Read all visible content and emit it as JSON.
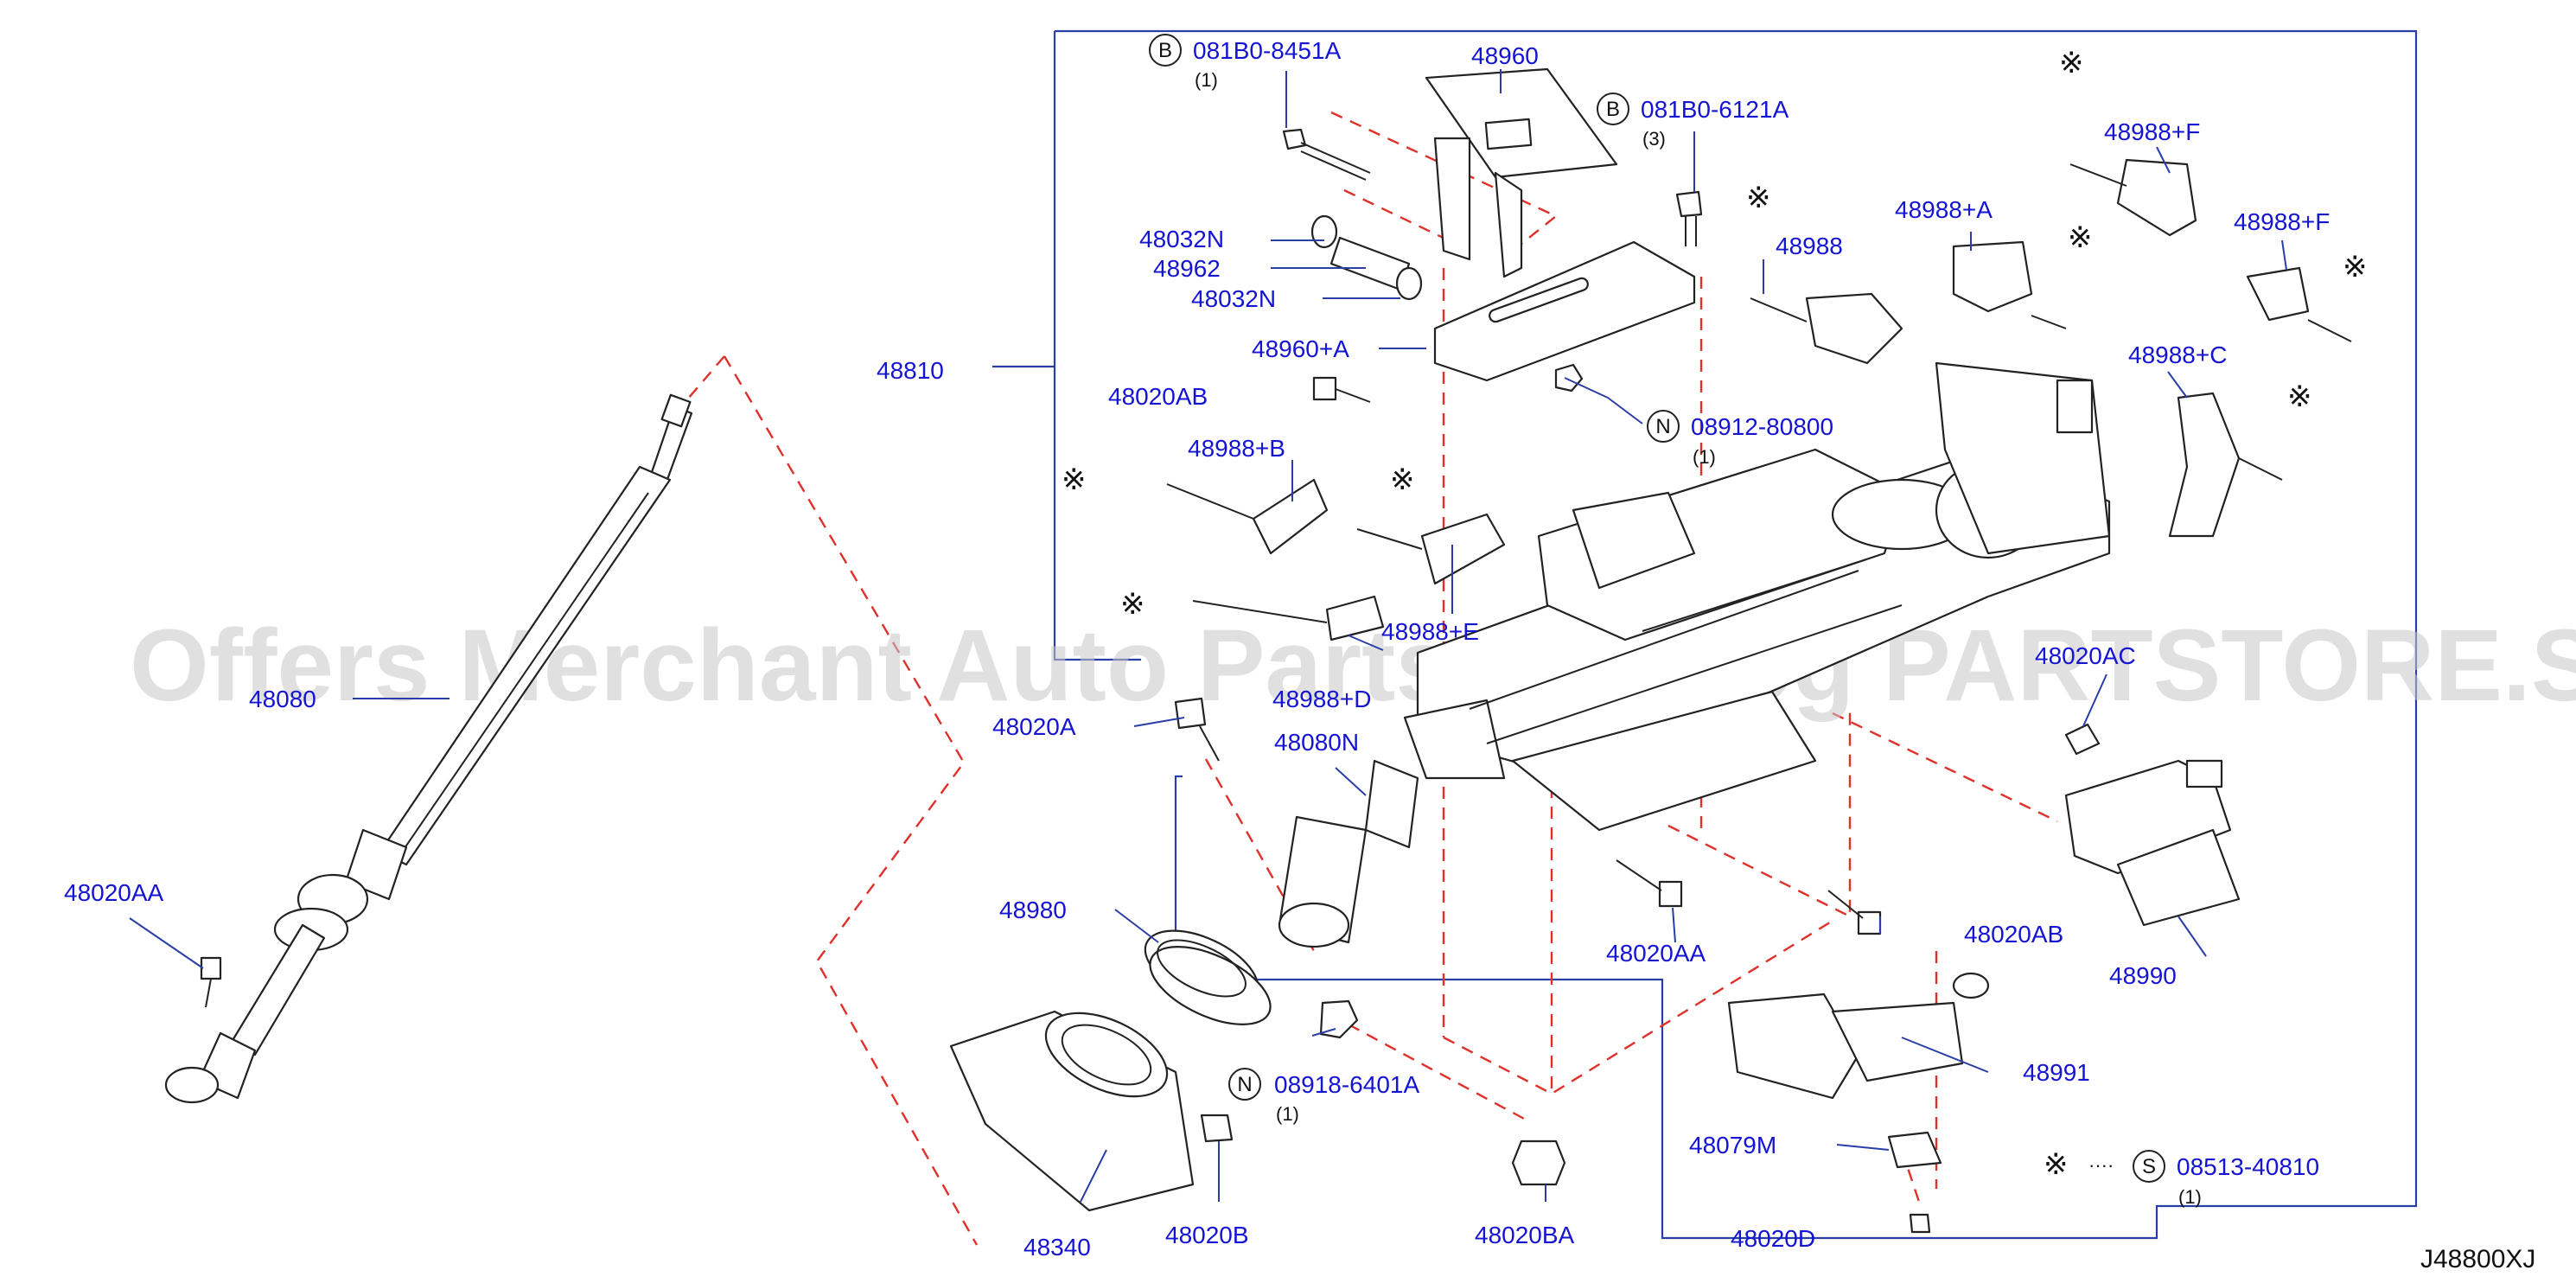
{
  "watermark": "Offers Merchant Auto Parts Catalog PARTSTORE.SA",
  "diagram_code": "J48800XJ",
  "part_labels": {
    "p48960": "48960",
    "p48032N_a": "48032N",
    "p48962": "48962",
    "p48032N_b": "48032N",
    "p48960A": "48960+A",
    "p48020AB_top": "48020AB",
    "p48810": "48810",
    "p48988B": "48988+B",
    "p48988E": "48988+E",
    "p48988D": "48988+D",
    "p48080": "48080",
    "p48020AA_left": "48020AA",
    "p48020A": "48020A",
    "p48080N": "48080N",
    "p48980": "48980",
    "p48340": "48340",
    "p48020B": "48020B",
    "p48020BA": "48020BA",
    "p48020AA_mid": "48020AA",
    "p48020AB_right": "48020AB",
    "p48990": "48990",
    "p48991": "48991",
    "p48079M": "48079M",
    "p48020D": "48020D",
    "p48020AC": "48020AC",
    "p48988": "48988",
    "p48988A": "48988+A",
    "p48988F_a": "48988+F",
    "p48988F_b": "48988+F",
    "p48988C": "48988+C"
  },
  "callouts": {
    "bolt_b1": {
      "symbol": "B",
      "part": "081B0-8451A",
      "qty": "(1)"
    },
    "bolt_b2": {
      "symbol": "B",
      "part": "081B0-6121A",
      "qty": "(3)"
    },
    "nut_n1": {
      "symbol": "N",
      "part": "08912-80800",
      "qty": "(1)"
    },
    "nut_n2": {
      "symbol": "N",
      "part": "08918-6401A",
      "qty": "(1)"
    },
    "screw_s1": {
      "symbol": "S",
      "part": "08513-40810",
      "qty": "(1)"
    }
  },
  "legend": {
    "mark": "※",
    "dots": "····"
  }
}
